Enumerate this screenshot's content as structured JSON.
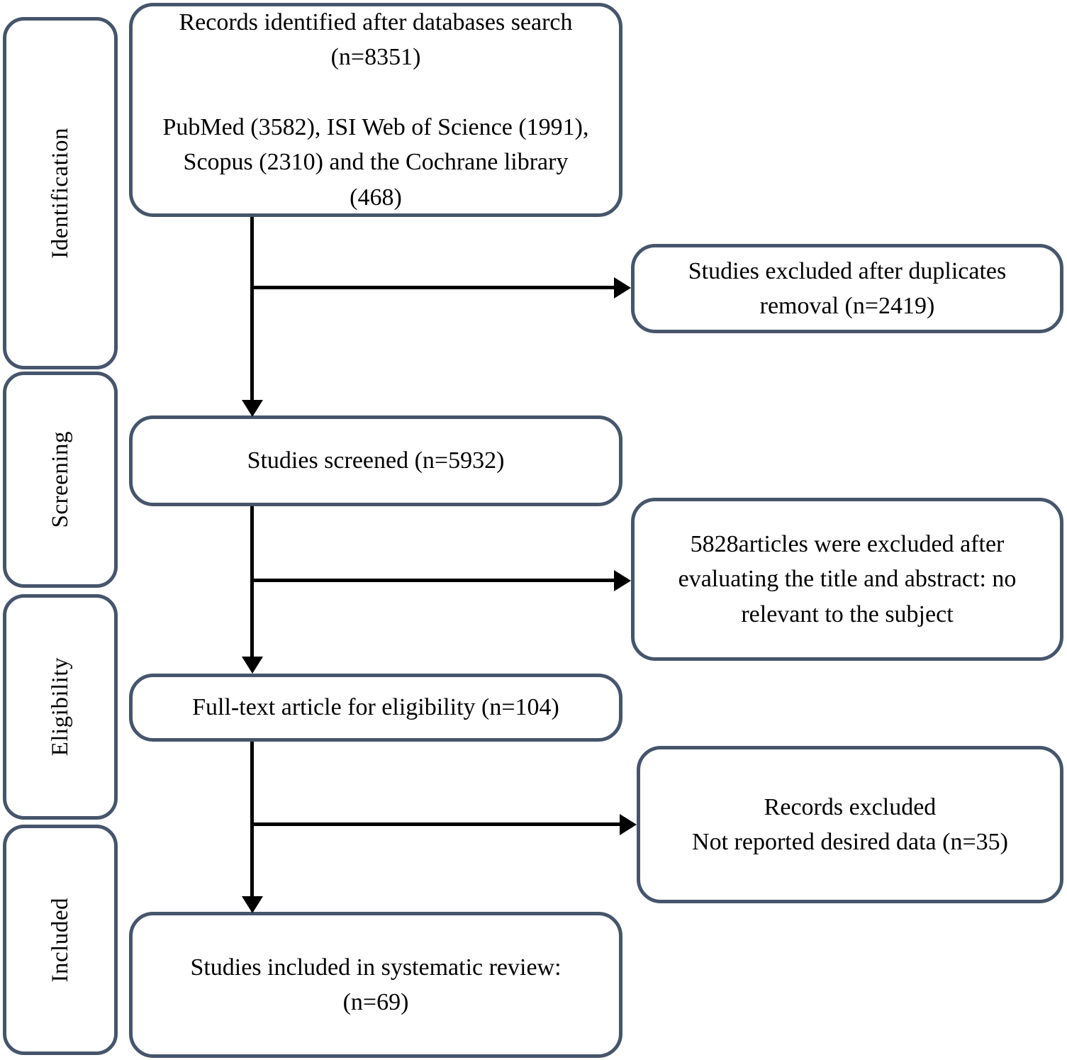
{
  "diagram": {
    "type": "prisma-flow-diagram",
    "colors": {
      "box_border": "#46556b",
      "box_fill": "#ffffff",
      "connector": "#000000",
      "text": "#000000"
    },
    "stages": [
      {
        "id": "identification",
        "label": "Identification"
      },
      {
        "id": "screening",
        "label": "Screening"
      },
      {
        "id": "eligibility",
        "label": "Eligibility"
      },
      {
        "id": "included",
        "label": "Included"
      }
    ],
    "main_boxes": [
      {
        "id": "records-identified",
        "text": "Records identified after databases search\n(n=8351)\n\nPubMed (3582), ISI Web of Science (1991),\nScopus (2310) and the Cochrane library\n(468)"
      },
      {
        "id": "studies-screened",
        "text": "Studies screened (n=5932)"
      },
      {
        "id": "full-text-eligibility",
        "text": "Full-text article for eligibility (n=104)"
      },
      {
        "id": "studies-included",
        "text": "Studies included in systematic review:\n(n=69)"
      }
    ],
    "side_boxes": [
      {
        "id": "excluded-duplicates",
        "text": "Studies excluded after duplicates\nremoval (n=2419)"
      },
      {
        "id": "excluded-title-abstract",
        "text": "5828articles were excluded after\nevaluating the title and abstract: no\nrelevant to the subject"
      },
      {
        "id": "excluded-no-data",
        "text": "Records excluded\nNot reported desired data (n=35)"
      }
    ]
  }
}
